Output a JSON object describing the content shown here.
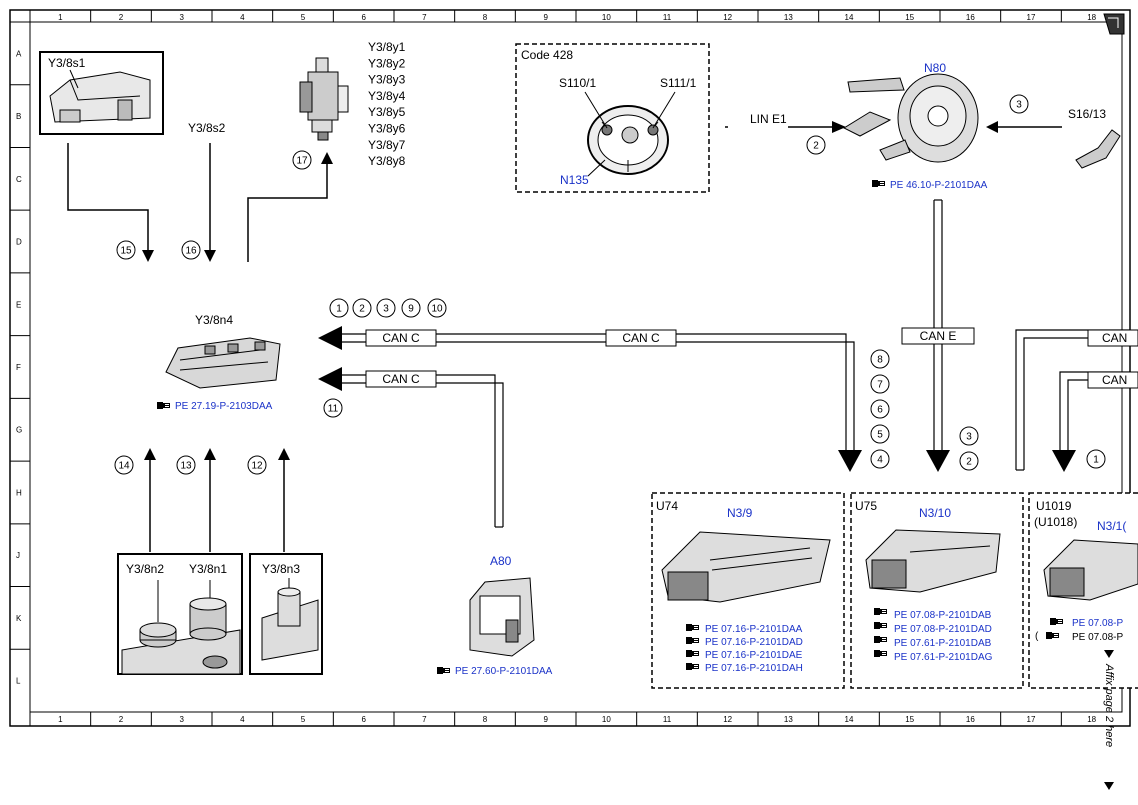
{
  "grid": {
    "columns": [
      "1",
      "2",
      "3",
      "4",
      "5",
      "6",
      "7",
      "8",
      "9",
      "10",
      "11",
      "12",
      "13",
      "14",
      "15",
      "16",
      "17",
      "18"
    ],
    "rows": [
      "A",
      "B",
      "C",
      "D",
      "E",
      "F",
      "G",
      "H",
      "J",
      "K",
      "L"
    ]
  },
  "components": {
    "y3_8s1": "Y3/8s1",
    "y3_8s2": "Y3/8s2",
    "valves": [
      "Y3/8y1",
      "Y3/8y2",
      "Y3/8y3",
      "Y3/8y4",
      "Y3/8y5",
      "Y3/8y6",
      "Y3/8y7",
      "Y3/8y8"
    ],
    "y3_8n4": "Y3/8n4",
    "y3_8n2": "Y3/8n2",
    "y3_8n1": "Y3/8n1",
    "y3_8n3": "Y3/8n3",
    "code428": "Code 428",
    "s110_1": "S110/1",
    "s111_1": "S111/1",
    "n135": "N135",
    "n80": "N80",
    "s16_13": "S16/13",
    "a80": "A80",
    "u74": "U74",
    "n3_9": "N3/9",
    "u75": "U75",
    "n3_10": "N3/10",
    "u1019": "U1019",
    "u1018": "(U1018)",
    "n3_1x": "N3/1("
  },
  "buses": {
    "lin_e1": "LIN E1",
    "can_c": "CAN C",
    "can_e": "CAN E",
    "can_cut": "CAN"
  },
  "refs": {
    "y3_8n4": "PE 27.19-P-2103DAA",
    "n80": "PE 46.10-P-2101DAA",
    "a80": "PE 27.60-P-2101DAA",
    "u74": [
      "PE 07.16-P-2101DAA",
      "PE 07.16-P-2101DAD",
      "PE 07.16-P-2101DAE",
      "PE 07.16-P-2101DAH"
    ],
    "u75": [
      "PE 07.08-P-2101DAB",
      "PE 07.08-P-2101DAD",
      "PE 07.61-P-2101DAB",
      "PE 07.61-P-2101DAG"
    ],
    "u1019": [
      "PE 07.08-P",
      "PE 07.08-P"
    ]
  },
  "circles": {
    "c1": "1",
    "c2": "2",
    "c3": "3",
    "c4": "4",
    "c5": "5",
    "c6": "6",
    "c7": "7",
    "c8": "8",
    "c9": "9",
    "c10": "10",
    "c11": "11",
    "c12": "12",
    "c13": "13",
    "c14": "14",
    "c15": "15",
    "c16": "16",
    "c17": "17"
  },
  "side_note": "Affix page 2 here",
  "colors": {
    "link": "#1a32c8",
    "line": "#000000"
  }
}
